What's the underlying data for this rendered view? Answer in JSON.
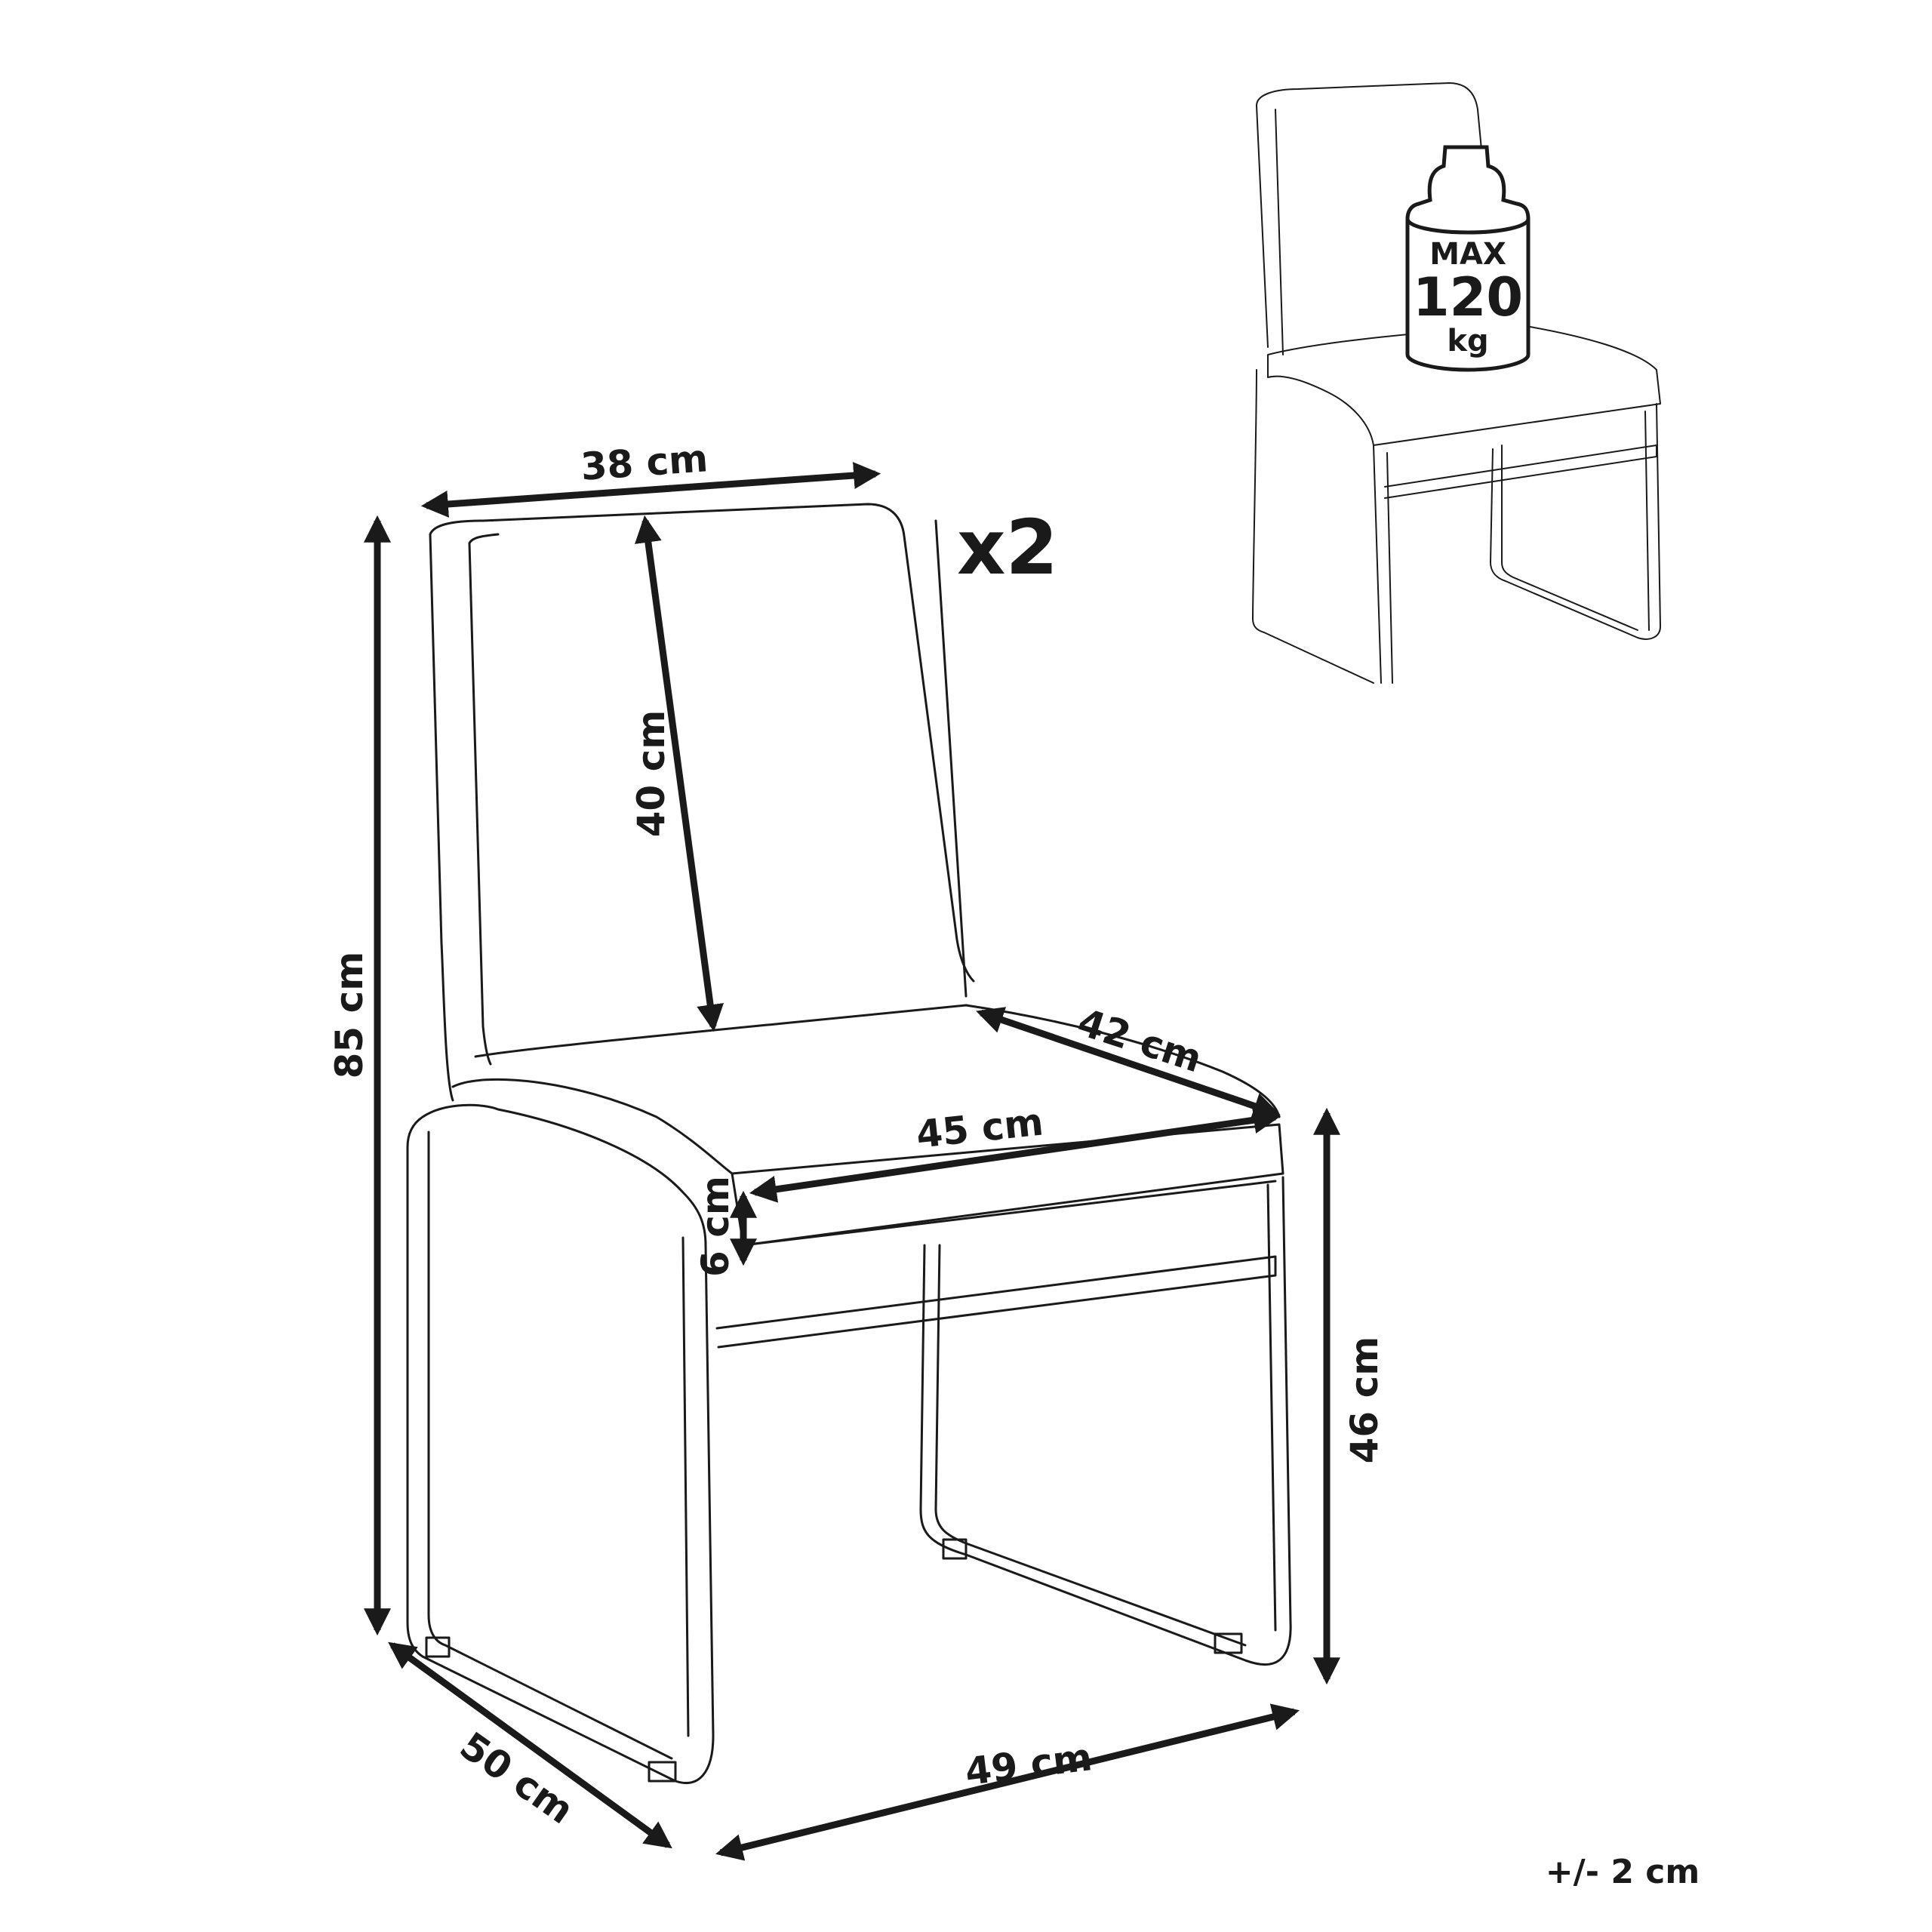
{
  "quantity": "x2",
  "tolerance": "+/- 2 cm",
  "load_badge": {
    "line1": "MAX",
    "line2": "120",
    "line3": "kg"
  },
  "dimensions": {
    "backrest_width": "38 cm",
    "backrest_height": "40 cm",
    "total_height": "85 cm",
    "seat_depth": "42 cm",
    "seat_width": "45 cm",
    "seat_thickness": "6 cm",
    "seat_height": "46 cm",
    "overall_depth": "50 cm",
    "overall_width": "49 cm"
  }
}
